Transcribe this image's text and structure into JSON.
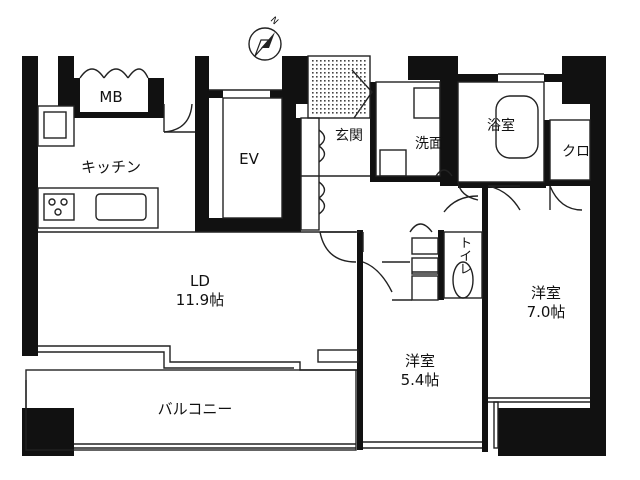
{
  "rooms": {
    "mb": {
      "name": "MB"
    },
    "kitchen": {
      "name": "キッチン"
    },
    "ev": {
      "name": "EV"
    },
    "entrance": {
      "name": "玄関"
    },
    "washroom": {
      "name": "洗面"
    },
    "bath": {
      "name": "浴室"
    },
    "closet": {
      "name": "クロ"
    },
    "toilet": {
      "name": "トイレ"
    },
    "ld": {
      "name": "LD",
      "size": "11.9帖"
    },
    "western_room_1": {
      "name": "洋室",
      "size": "7.0帖"
    },
    "western_room_2": {
      "name": "洋室",
      "size": "5.4帖"
    },
    "balcony": {
      "name": "バルコニー"
    }
  },
  "compass": {
    "label": "N"
  },
  "colors": {
    "wall": "#111111",
    "line": "#222222",
    "stair_dot": "#444444"
  }
}
